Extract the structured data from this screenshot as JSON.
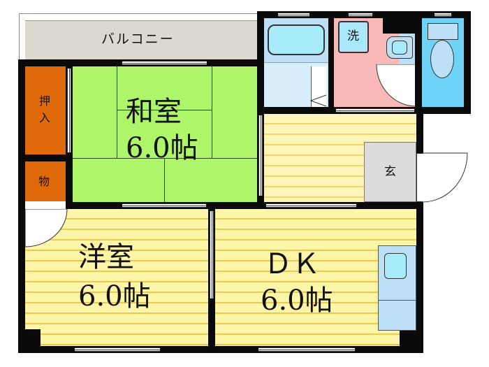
{
  "floorplan": {
    "rooms": {
      "balcony": {
        "label": "バルコニー",
        "color": "#ddd8cf"
      },
      "washitsu": {
        "name": "和室",
        "size": "6.0帖",
        "color": "#aef56a"
      },
      "yoshitsu": {
        "name": "洋室",
        "size": "6.0帖",
        "color": "#fdf6a8"
      },
      "dk": {
        "name": "ＤＫ",
        "size": "6.0帖",
        "color": "#fdf6a8"
      },
      "oshiire": {
        "label": "押入",
        "color": "#e06a0a"
      },
      "monoire": {
        "label": "物",
        "color": "#e06a0a"
      },
      "genkan": {
        "label": "玄",
        "color": "#dcdcdc"
      },
      "washer": {
        "label": "洗",
        "color": "#a8e8f8"
      },
      "bath": {
        "color": "#d8eefa"
      },
      "toilet": {
        "color": "#6fd2f7"
      },
      "washroom": {
        "color": "#f9b9b9"
      }
    }
  }
}
